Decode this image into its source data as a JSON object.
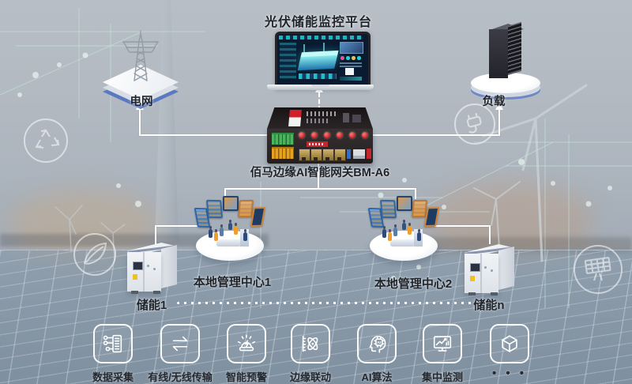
{
  "diagram": {
    "title": "光伏储能监控平台",
    "gateway": {
      "label": "佰马边缘AI智能网关BM-A6"
    },
    "nodes": {
      "grid": "电网",
      "load": "负载",
      "mgmt1": "本地管理中心1",
      "mgmt2": "本地管理中心2",
      "storage1": "储能1",
      "storageN": "储能n"
    },
    "features": [
      {
        "icon": "data-collection-icon",
        "label": "数据采集"
      },
      {
        "icon": "wired-wireless-icon",
        "label": "有线/无线传输"
      },
      {
        "icon": "smart-alert-icon",
        "label": "智能预警"
      },
      {
        "icon": "edge-linkage-icon",
        "label": "边缘联动"
      },
      {
        "icon": "ai-algorithm-icon",
        "label": "AI算法",
        "icon_text": "AI"
      },
      {
        "icon": "central-monitoring-icon",
        "label": "集中监测"
      },
      {
        "icon": "more-cube-icon",
        "label": "• • •"
      }
    ],
    "colors": {
      "accent_red": "#c3272d",
      "accent_cyan": "#1ec0cc",
      "connector_white": "#ffffff",
      "text_dark": "#20242b",
      "platform_blue": "#5b79c0"
    }
  }
}
